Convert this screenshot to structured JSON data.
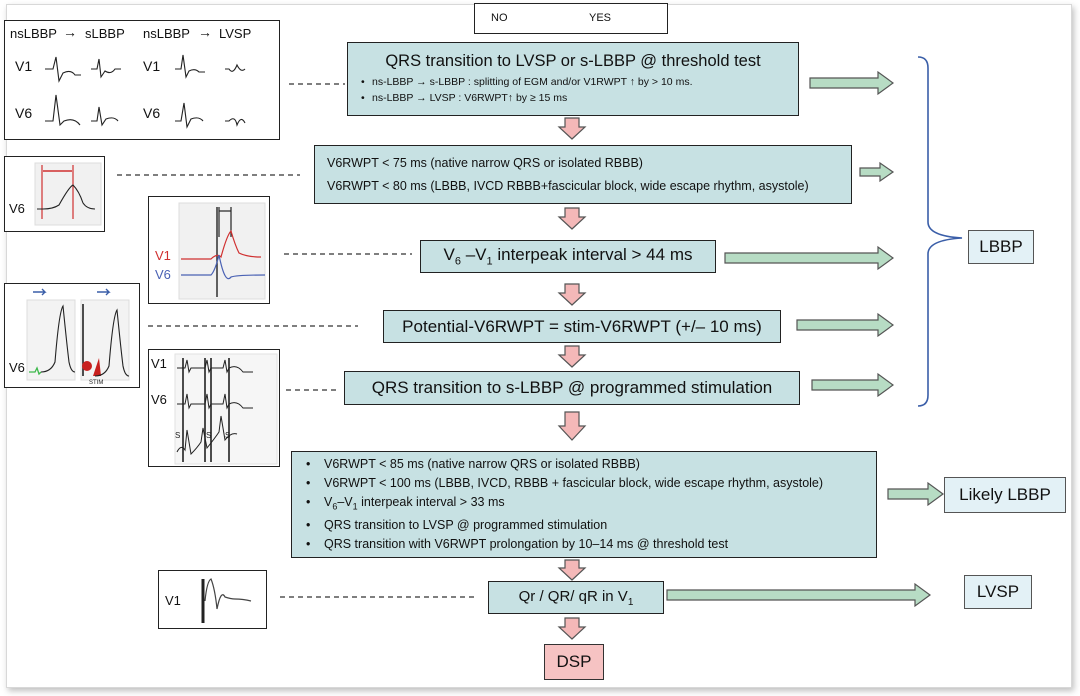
{
  "legend": {
    "no_label": "NO",
    "yes_label": "YES"
  },
  "colors": {
    "box_fill": "#c7e1e3",
    "no_arrow": "#f4b8b8",
    "yes_arrow": "#b7dcc4",
    "result_fill": "#e3f1f6",
    "dsp_fill": "#f6c3c3"
  },
  "steps": {
    "s1": {
      "title": "QRS transition to LVSP or s-LBBP @ threshold test",
      "bullets": [
        "ns-LBBP → s-LBBP : splitting of EGM and/or V1RWPT ↑ by > 10 ms.",
        "ns-LBBP → LVSP : V6RWPT↑ by ≥ 15 ms"
      ]
    },
    "s2": {
      "lines": [
        "V6RWPT < 75 ms (native narrow QRS or isolated RBBB)",
        "V6RWPT < 80 ms (LBBB, IVCD RBBB+fascicular block, wide escape rhythm, asystole)"
      ]
    },
    "s3": {
      "pre": "V",
      "sub1": "6",
      "mid": " –V",
      "sub2": "1",
      "post": " interpeak interval > 44 ms"
    },
    "s4": {
      "text": "Potential-V6RWPT = stim-V6RWPT (+/– 10 ms)"
    },
    "s5": {
      "text": "QRS transition to s-LBBP @ programmed stimulation"
    },
    "s6": {
      "b1": "V6RWPT < 85 ms (native narrow QRS or isolated RBBB)",
      "b2": "V6RWPT < 100 ms (LBBB, IVCD, RBBB + fascicular block, wide escape rhythm, asystole)",
      "b3_pre": "V",
      "b3_sub1": "6",
      "b3_mid": "–V",
      "b3_sub2": "1",
      "b3_post": " interpeak interval > 33 ms",
      "b4": "QRS transition to LVSP @ programmed stimulation",
      "b5": "QRS transition with V6RWPT prolongation by 10–14 ms @ threshold test"
    },
    "s7": {
      "pre": "Qr / QR/ qR in V",
      "sub": "1"
    }
  },
  "results": {
    "lbbp": "LBBP",
    "likely": "Likely LBBP",
    "lvsp": "LVSP",
    "dsp": "DSP"
  },
  "panels": {
    "p1": {
      "head_left": "nsLBBP",
      "head_left2": "sLBBP",
      "head_right": "nsLBBP",
      "head_right2": "LVSP",
      "lead_v1": "V1",
      "lead_v6": "V6"
    },
    "p2": {
      "lead": "V6"
    },
    "p3": {
      "lead_v1": "V1",
      "lead_v6": "V6"
    },
    "p4": {
      "lead": "V6",
      "stim": "STIM"
    },
    "p5": {
      "lead_v1": "V1",
      "lead_v6": "V6",
      "s_marks": [
        "S",
        "S",
        "S"
      ]
    },
    "p6": {
      "lead": "V1"
    }
  }
}
